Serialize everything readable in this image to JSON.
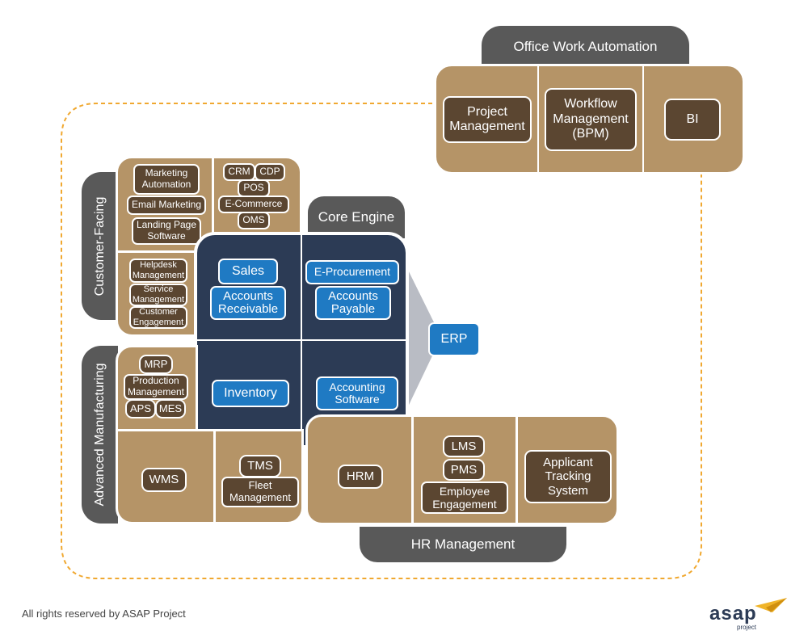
{
  "office": {
    "title": "Office Work Automation",
    "items": [
      "Project\nManagement",
      "Workflow\nManagement\n(BPM)",
      "BI"
    ]
  },
  "customer_facing": {
    "title": "Customer-Facing",
    "marketing": [
      "Marketing\nAutomation",
      "Email Marketing",
      "Landing Page\nSoftware"
    ],
    "commerce": [
      "CRM",
      "CDP",
      "POS",
      "E-Commerce",
      "OMS"
    ],
    "service": [
      "Helpdesk\nManagement",
      "Service\nManagement",
      "Customer\nEngagement"
    ]
  },
  "core_engine": {
    "title": "Core Engine",
    "items": [
      "Sales",
      "Accounts\nReceivable",
      "E-Procurement",
      "Accounts\nPayable",
      "Inventory",
      "Accounting\nSoftware"
    ],
    "erp": "ERP"
  },
  "manufacturing": {
    "title": "Advanced Manufacturing",
    "items": [
      "MRP",
      "Production\nManagement",
      "APS",
      "MES"
    ],
    "wms": "WMS",
    "logistics": [
      "TMS",
      "Fleet\nManagement"
    ]
  },
  "hr": {
    "title": "HR Management",
    "hrm": "HRM",
    "items": [
      "LMS",
      "PMS",
      "Employee\nEngagement"
    ],
    "ats": "Applicant\nTracking\nSystem"
  },
  "footer": "All rights reserved by ASAP Project",
  "logo": {
    "text": "asap",
    "sub": "project"
  },
  "colors": {
    "tan": "#b59467",
    "dark_brown": "#5b4631",
    "gray": "#595959",
    "navy": "#2c3b55",
    "blue": "#1f7ac3",
    "dashed": "#f0a830"
  }
}
